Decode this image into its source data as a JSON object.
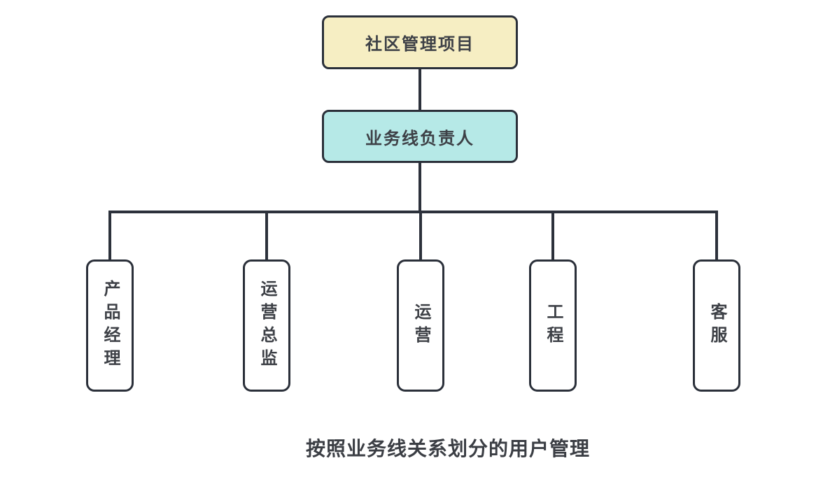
{
  "diagram": {
    "nodes": {
      "root": {
        "label": "社区管理项目"
      },
      "leader": {
        "label": "业务线负责人"
      },
      "children": [
        {
          "id": "product-manager",
          "label": "产品经理"
        },
        {
          "id": "operations-director",
          "label": "运营总监"
        },
        {
          "id": "operations",
          "label": "运营"
        },
        {
          "id": "engineering",
          "label": "工程"
        },
        {
          "id": "customer-service",
          "label": "客服"
        }
      ]
    },
    "caption": "按照业务线关系划分的用户管理",
    "colors": {
      "background": "#FFFFFF",
      "node_border": "#2B303A",
      "connector": "#2C313B",
      "node_text": "#3D4046",
      "root_fill": "#F6EEC3",
      "leader_fill": "#B6E9E7",
      "child_fill": "#FFFFFF",
      "caption_text": "#3B3E44"
    }
  }
}
